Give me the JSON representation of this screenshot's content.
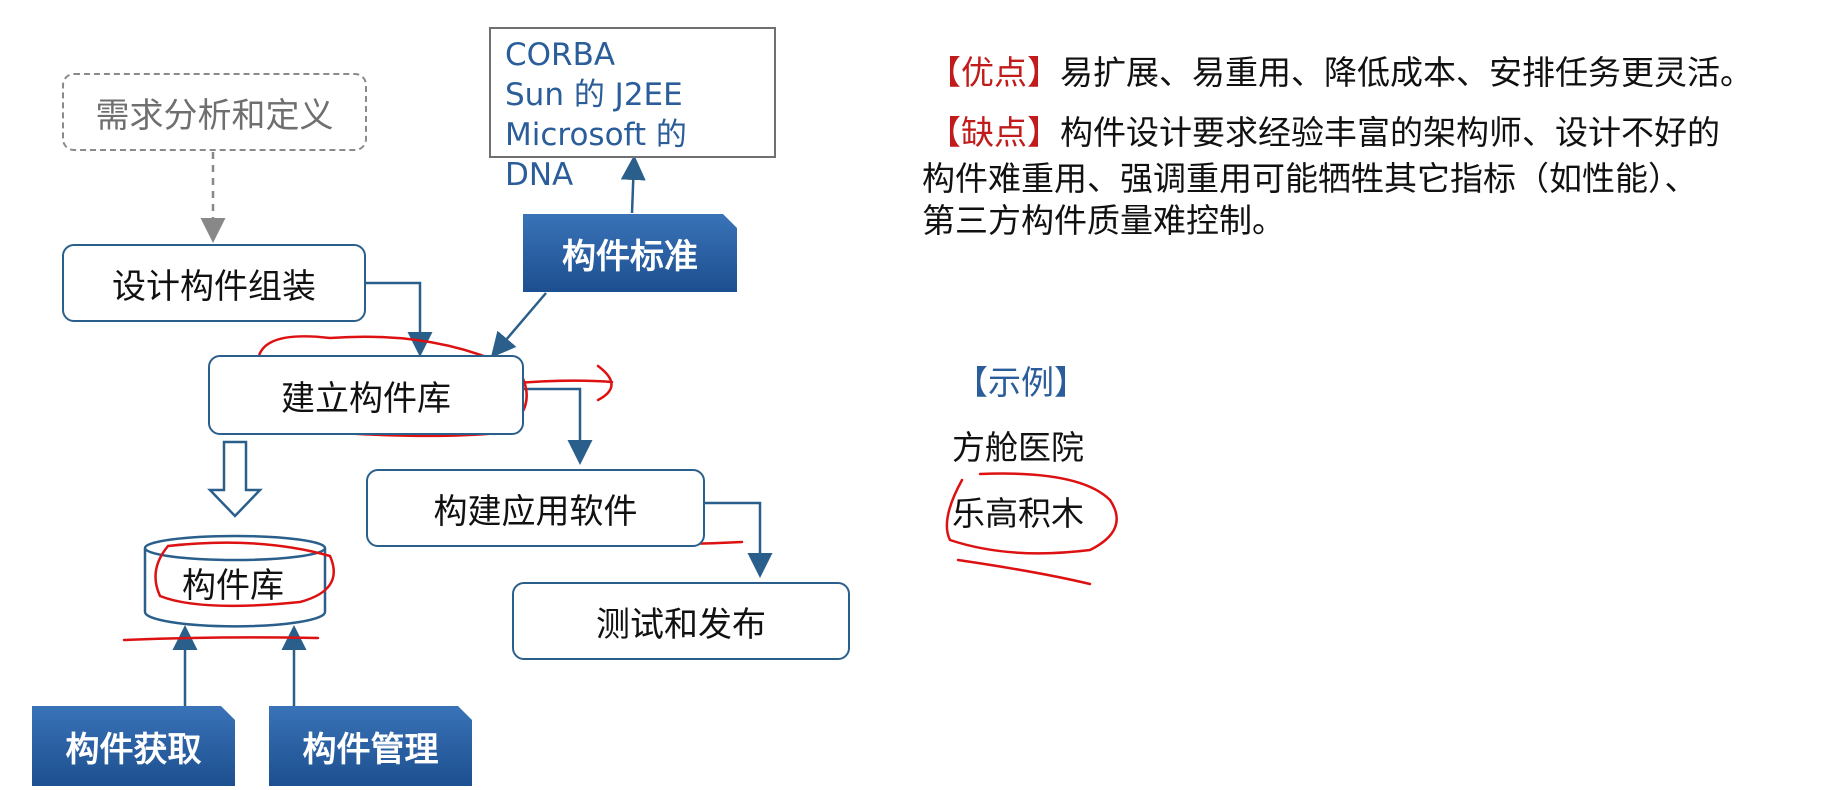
{
  "diagram": {
    "requirements": "需求分析和定义",
    "design": "设计构件组装",
    "build_lib": "建立构件库",
    "build_app": "构建应用软件",
    "test_release": "测试和发布",
    "repository": "构件库",
    "standards_lines": [
      "CORBA",
      "Sun 的 J2EE",
      "Microsoft 的 DNA"
    ],
    "standard_label": "构件标准",
    "acquire": "构件获取",
    "manage": "构件管理"
  },
  "notes": {
    "adv_tag": "【优点】",
    "adv_text": "易扩展、易重用、降低成本、安排任务更灵活。",
    "dis_tag": "【缺点】",
    "dis_line1": "构件设计要求经验丰富的架构师、设计不好的",
    "dis_line2": "构件难重用、强调重用可能牺牲其它指标（如性能）、",
    "dis_line3": "第三方构件质量难控制。",
    "example_title": "【示例】",
    "example1": "方舱医院",
    "example2": "乐高积木"
  },
  "colors": {
    "box_border": "#2a5f8c",
    "accent_blue": "#2a5d99",
    "annotation_red": "#d11"
  }
}
